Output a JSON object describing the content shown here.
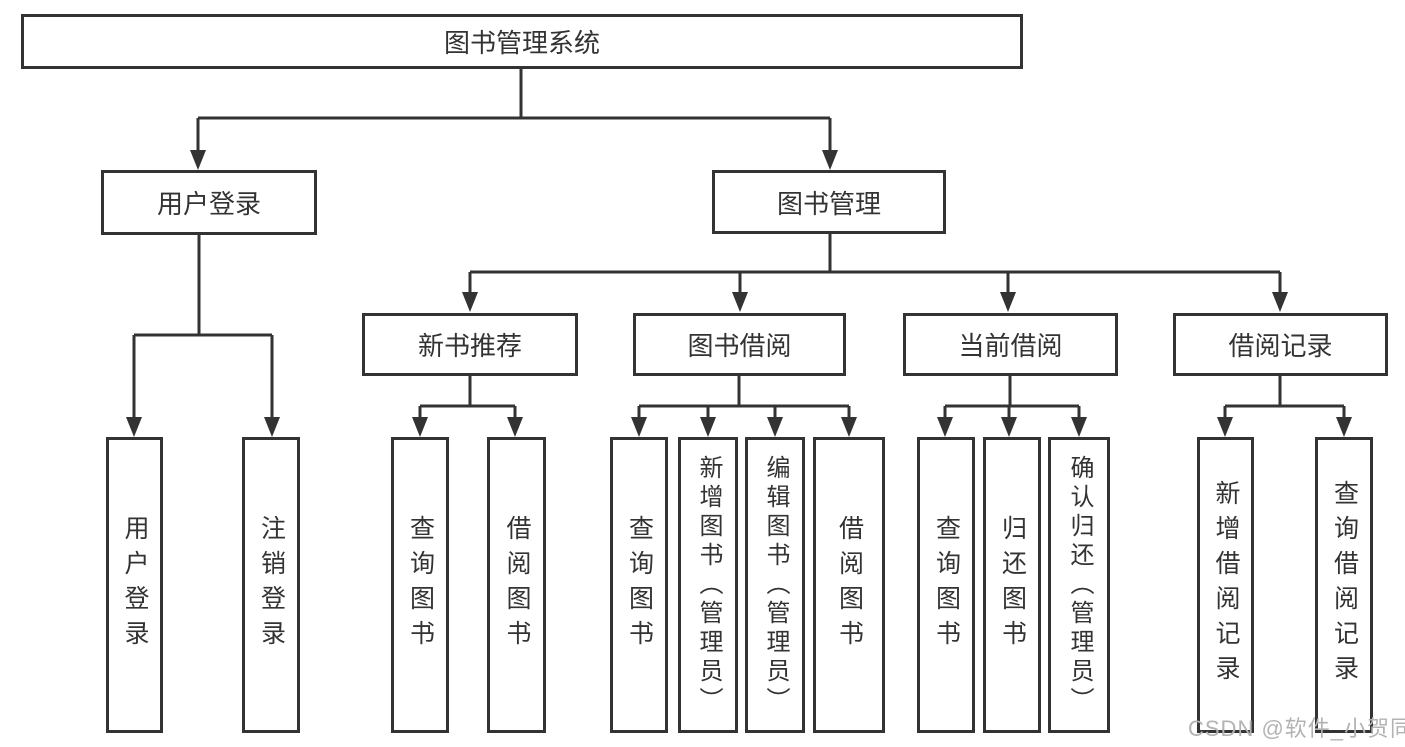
{
  "diagram_title": "图书管理系统",
  "colors": {
    "line": "#333333",
    "text": "#333333",
    "watermark": "#b3b3b3",
    "background": "#ffffff"
  },
  "nodes": {
    "root": "图书管理系统",
    "user_login": "用户登录",
    "book_mgmt": "图书管理",
    "new_book_rec": "新书推荐",
    "book_borrow": "图书借阅",
    "current_borrow": "当前借阅",
    "borrow_records": "借阅记录",
    "user_login_leaf": "用户登录",
    "logout_leaf": "注销登录",
    "rec_query_books": "查询图书",
    "rec_borrow_books": "借阅图书",
    "bb_query_books": "查询图书",
    "bb_add_books": "新增图书（管理员）",
    "bb_edit_books": "编辑图书（管理员）",
    "bb_borrow_books": "借阅图书",
    "cb_query_books": "查询图书",
    "cb_return_books": "归还图书",
    "cb_confirm_return": "确认归还（管理员）",
    "br_add_record": "新增借阅记录",
    "br_query_record": "查询借阅记录"
  },
  "watermark": {
    "text": "CSDN @软件_小贺同学"
  }
}
